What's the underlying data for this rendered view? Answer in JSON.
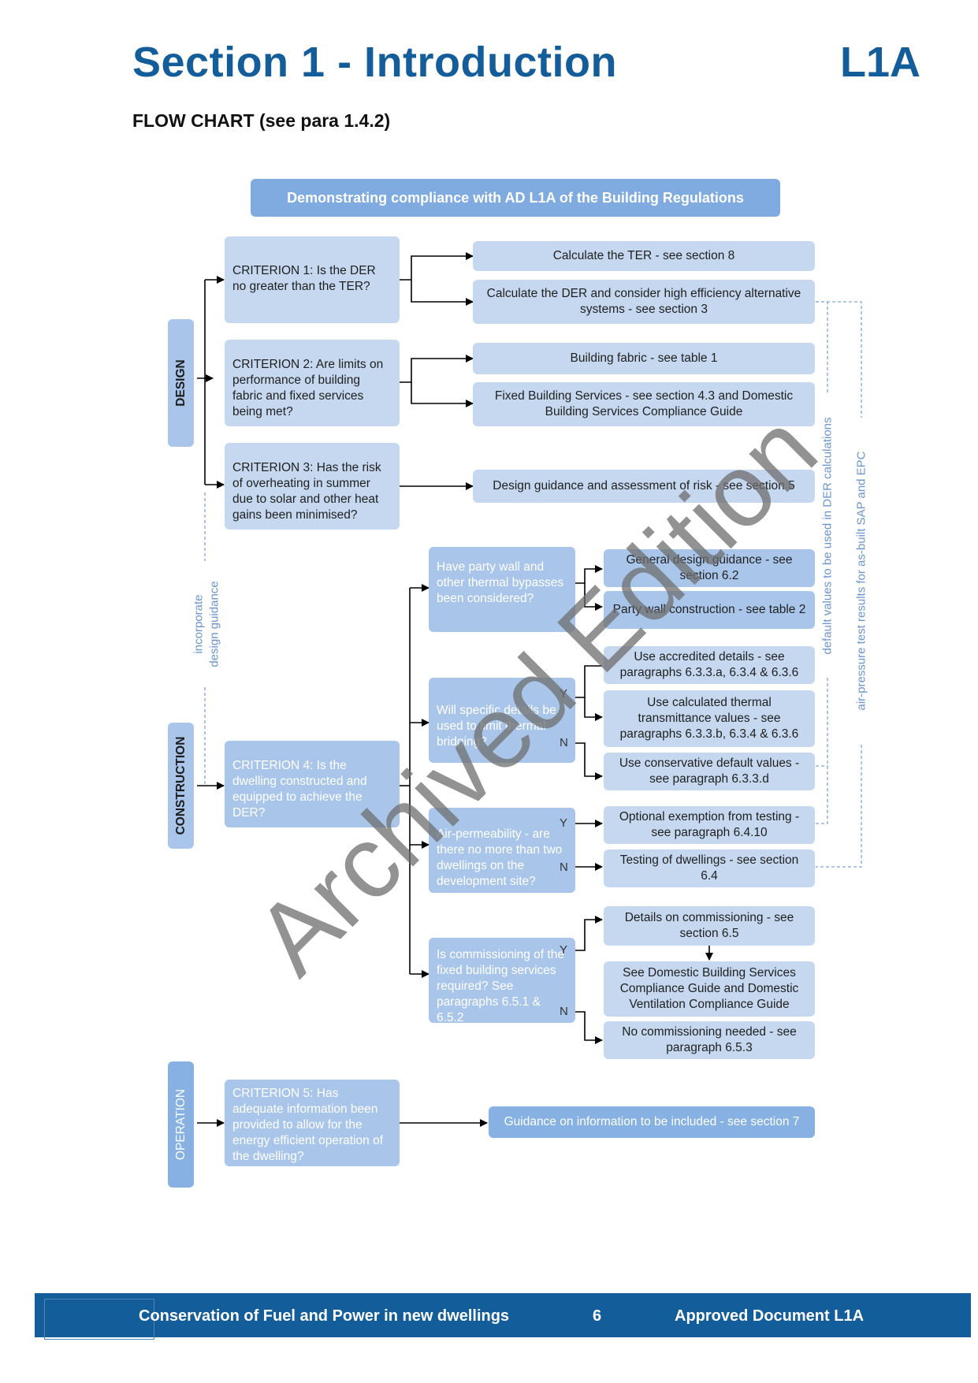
{
  "header": {
    "title": "Section 1 - Introduction",
    "code": "L1A",
    "subtitle": "FLOW CHART (see para 1.4.2)"
  },
  "flow": {
    "top": "Demonstrating compliance with AD L1A of the Building Regulations",
    "phases": {
      "design": "DESIGN",
      "construction": "CONSTRUCTION",
      "operation": "OPERATION"
    },
    "criteria": {
      "c1": "CRITERION 1: Is the DER no greater than the TER?",
      "c2": "CRITERION 2: Are limits on performance of building fabric and fixed services being met?",
      "c3": "CRITERION 3: Has the risk of overheating in summer due to solar and other heat gains been minimised?",
      "c4": "CRITERION 4: Is the dwelling constructed and equipped to achieve the DER?",
      "c5": "CRITERION 5: Has adequate information been provided to allow for the energy efficient operation of the dwelling?"
    },
    "outcomes": {
      "ter": "Calculate the TER - see section 8",
      "der": "Calculate the DER and consider high efficiency alternative systems - see section 3",
      "fabric": "Building fabric - see table 1",
      "services": "Fixed Building Services - see section 4.3 and Domestic Building Services Compliance Guide",
      "overheat": "Design guidance and assessment of risk - see section 5",
      "info": "Guidance on information to be included - see section 7"
    },
    "questions": {
      "party": "Have party wall and other thermal bypasses been considered?",
      "details": "Will specific details be used to limit thermal bridging?",
      "air": "Air-permeability - are there no more than two dwellings on the development site?",
      "comm": "Is commissioning of the fixed building services required? See paragraphs 6.5.1 & 6.5.2"
    },
    "answers": {
      "general": "General design guidance - see section 6.2",
      "partywall": "Party wall construction - see table 2",
      "accredited": "Use accredited details - see paragraphs 6.3.3.a, 6.3.4 & 6.3.6",
      "calculated": "Use calculated thermal transmittance values - see paragraphs 6.3.3.b, 6.3.4 & 6.3.6",
      "conservative": "Use conservative default values - see paragraph 6.3.3.d",
      "exemption": "Optional exemption from testing - see paragraph 6.4.10",
      "testing": "Testing of dwellings - see section 6.4",
      "commdetails": "Details on commissioning - see section 6.5",
      "guide": "See Domestic Building Services Compliance Guide and Domestic Ventilation Compliance Guide",
      "nocomm": "No commissioning needed - see paragraph 6.5.3"
    },
    "yn": {
      "y": "Y",
      "n": "N"
    },
    "side_labels": {
      "incorporate_1": "incorporate",
      "incorporate_2": "design guidance",
      "defaults": "default values to be used in DER calculations",
      "airpressure": "air-pressure test results for as-built SAP and EPC"
    }
  },
  "watermark": "Archived Edition",
  "footer": {
    "left": "Conservation of Fuel and Power in new dwellings",
    "page": "6",
    "right": "Approved Document L1A"
  }
}
